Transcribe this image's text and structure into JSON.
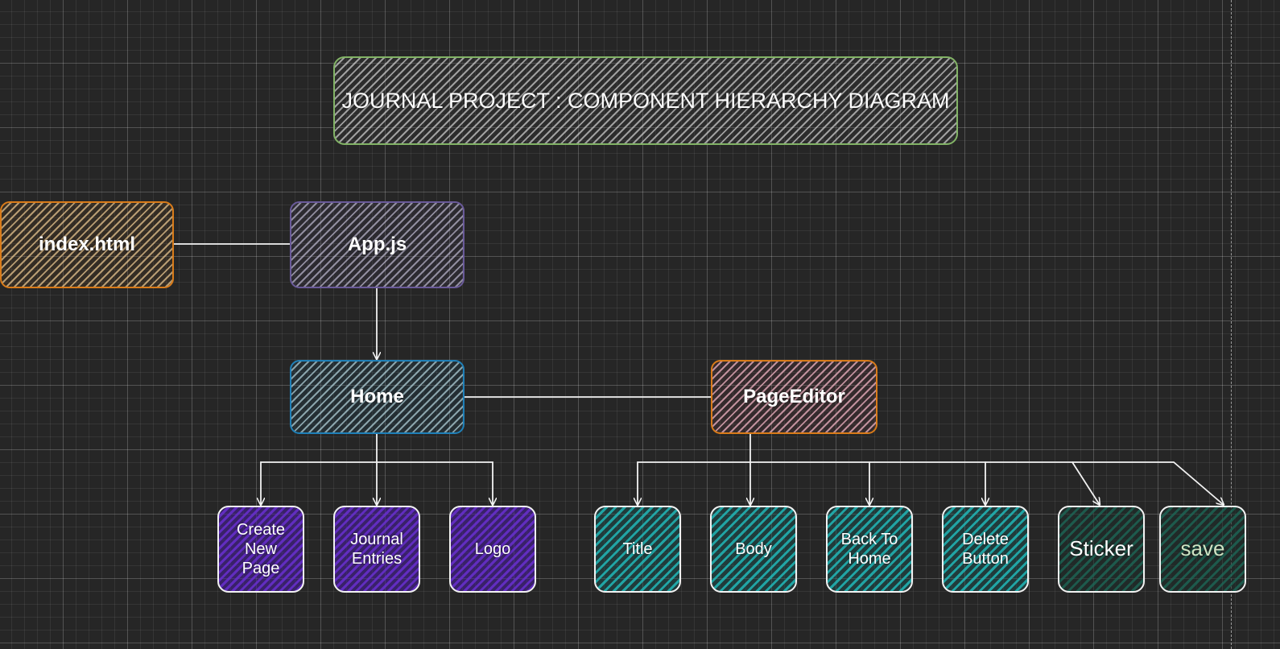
{
  "diagram": {
    "title": "JOURNAL PROJECT :  COMPONENT HIERARCHY DIAGRAM",
    "nodes": {
      "index": "index.html",
      "app": "App.js",
      "home": "Home",
      "page_editor": "PageEditor",
      "create_new_page": "Create\nNew\nPage",
      "journal_entries": "Journal\nEntries",
      "logo": "Logo",
      "title": "Title",
      "body": "Body",
      "back_to_home": "Back To\nHome",
      "delete_button": "Delete\nButton",
      "sticker": "Sticker",
      "save": "save"
    },
    "edges": [
      {
        "from": "index",
        "to": "app",
        "arrow": false
      },
      {
        "from": "app",
        "to": "home",
        "arrow": true
      },
      {
        "from": "home",
        "to": "page_editor",
        "arrow": false
      },
      {
        "from": "home",
        "to": "create_new_page",
        "arrow": true
      },
      {
        "from": "home",
        "to": "journal_entries",
        "arrow": true
      },
      {
        "from": "home",
        "to": "logo",
        "arrow": true
      },
      {
        "from": "page_editor",
        "to": "title",
        "arrow": true
      },
      {
        "from": "page_editor",
        "to": "body",
        "arrow": true
      },
      {
        "from": "page_editor",
        "to": "back_to_home",
        "arrow": true
      },
      {
        "from": "page_editor",
        "to": "delete_button",
        "arrow": true
      },
      {
        "from": "page_editor",
        "to": "sticker",
        "arrow": true
      },
      {
        "from": "page_editor",
        "to": "save",
        "arrow": true
      }
    ]
  },
  "colors": {
    "background": "#262626",
    "title_border": "#82b366",
    "index_border": "#d97b19",
    "app_border": "#6a5a9a",
    "home_border": "#1f80b8",
    "page_editor_border": "#d97b19",
    "purple_fill": "#6a2fd0",
    "teal_fill": "#20b2b2",
    "dark_teal_fill": "#1c5f50",
    "connector": "#f2f2f2"
  }
}
